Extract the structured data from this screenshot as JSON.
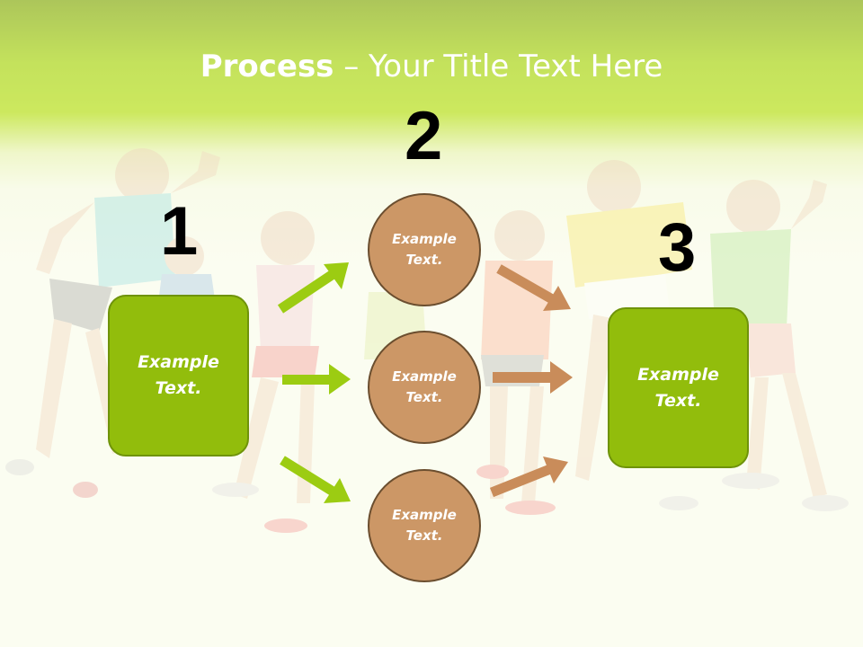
{
  "title": {
    "bold": "Process",
    "rest": " – Your Title Text Here"
  },
  "steps": [
    {
      "number": "1",
      "label_line1": "Example",
      "label_line2": "Text."
    },
    {
      "number": "2"
    },
    {
      "number": "3",
      "label_line1": "Example",
      "label_line2": "Text."
    }
  ],
  "circles": [
    {
      "line1": "Example",
      "line2": "Text."
    },
    {
      "line1": "Example",
      "line2": "Text."
    },
    {
      "line1": "Example",
      "line2": "Text."
    }
  ],
  "colors": {
    "green_box": "#92bd0c",
    "brown_circle": "#cc9766",
    "green_arrow": "#9ccc12",
    "brown_arrow": "#c98c5a",
    "header_green": "#a6d40d"
  },
  "background_image": "faded-photo-of-children-flexing"
}
